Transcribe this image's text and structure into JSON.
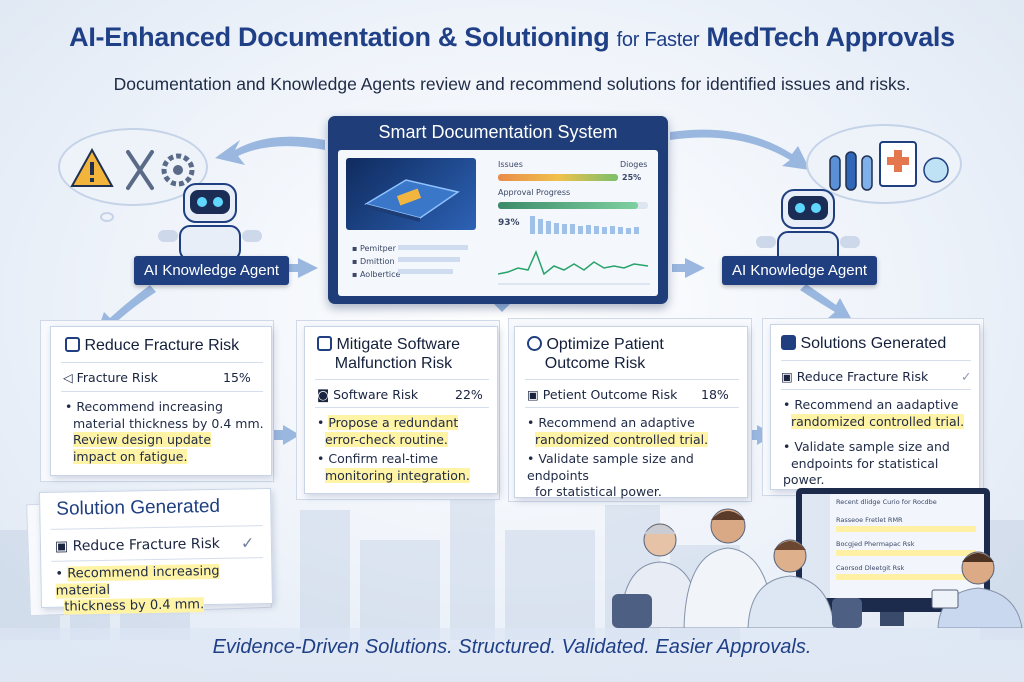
{
  "header": {
    "title_main": "AI-Enhanced Documentation & Solutioning",
    "title_small": "for Faster",
    "title_end": "MedTech Approvals",
    "subtitle": "Documentation and Knowledge Agents review and recommend solutions for identified issues and risks."
  },
  "system": {
    "title": "Smart Documentation System",
    "issues_label": "Issues",
    "issues_right": "Dioges",
    "issues_value": "25%",
    "progress_label": "Approval Progress",
    "progress_value": "93%",
    "progress_fraction": 0.93,
    "list": [
      "Pemitper",
      "Dmittion",
      "Aolbertice"
    ]
  },
  "agents": {
    "left_label": "AI Knowledge Agent",
    "right_label": "AI Knowledge Agent"
  },
  "cards": [
    {
      "title": "Reduce Fracture Risk",
      "risk_label": "Fracture Risk",
      "risk_value": "15%",
      "bullet1_a": "Recommend increasing",
      "bullet1_b": "material thickness by  0.4 mm.",
      "bullet1_c": "Review design update",
      "bullet1_d": "impact on fatigue."
    },
    {
      "title_a": "Mitigate Software",
      "title_b": "Malfunction Risk",
      "risk_label": "Software Risk",
      "risk_value": "22%",
      "bullet1_a": "Propose a redundant",
      "bullet1_b": "error-check routine.",
      "bullet2_a": "Confirm real-time",
      "bullet2_b": "monitoring integration."
    },
    {
      "title_a": "Optimize Patient",
      "title_b": "Outcome Risk",
      "risk_label": "Petient Outcome Risk",
      "risk_value": "18%",
      "bullet1_a": "Recommend an adaptive",
      "bullet1_b": "randomized controlled trial.",
      "bullet2_a": "Validate sample size and endpoints",
      "bullet2_b": "for statistical power."
    },
    {
      "title": "Solutions Generated",
      "row_label": "Reduce Fracture Risk",
      "bullet1_a": "Recommend  an aadaptive",
      "bullet1_b": "randomized controlled trial.",
      "bullet2_a": "Validate sample size and",
      "bullet2_b": "endpoints for statistical power."
    }
  ],
  "solution_card": {
    "title": "Solution Generated",
    "row_label": "Reduce Fracture Risk",
    "bullet_a": "Recommend increasing material",
    "bullet_b": "thickness by 0.4 mm."
  },
  "monitor": {
    "header": "Recent dlidge Curio for Rocdbe",
    "rows": [
      "Rasseoe Fretlet RMR",
      "Bocgjed Phermapac Rsk",
      "Caorsod Dleetgit Rsk"
    ]
  },
  "footer": {
    "tagline": "Evidence-Driven Solutions. Structured. Validated. Easier Approvals."
  },
  "colors": {
    "brand": "#1f3f80",
    "title": "#1f3f86",
    "highlight": "#fff3a6",
    "arrow": "#9ab7df"
  }
}
